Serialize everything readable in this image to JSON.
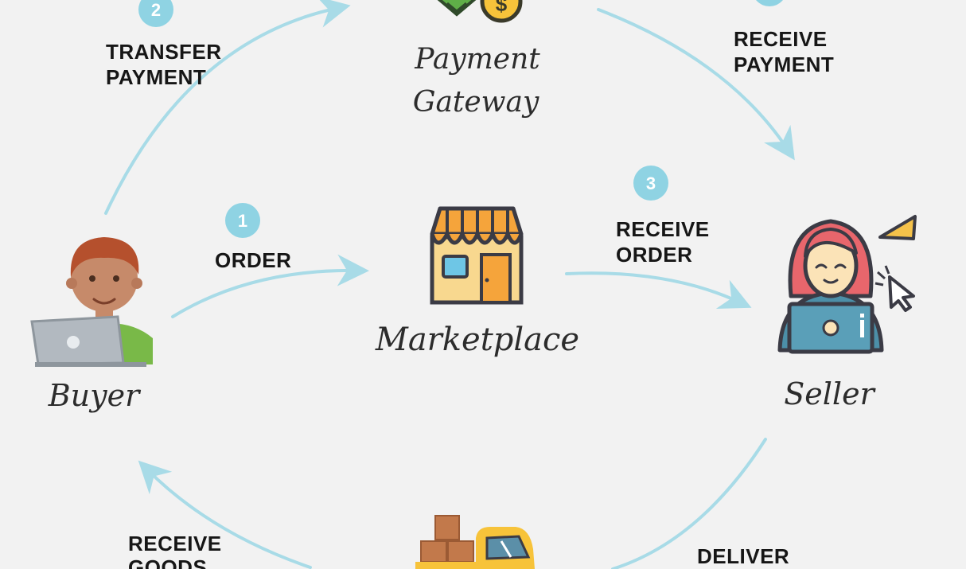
{
  "nodes": {
    "payment_gateway_line1": "Payment",
    "payment_gateway_line2": "Gateway",
    "marketplace": "Marketplace",
    "buyer": "Buyer",
    "seller": "Seller"
  },
  "steps": {
    "order": {
      "number": "1",
      "line1": "ORDER"
    },
    "transfer_payment": {
      "number": "2",
      "line1": "TRANSFER",
      "line2": "PAYMENT"
    },
    "receive_order": {
      "number": "3",
      "line1": "RECEIVE",
      "line2": "ORDER"
    },
    "receive_payment": {
      "line1": "RECEIVE",
      "line2": "PAYMENT"
    },
    "receive_goods": {
      "line1": "RECEIVE",
      "line2": "GOODS"
    },
    "deliver": {
      "line1": "DELIVER"
    }
  },
  "colors": {
    "arrow": "#a8dbe7",
    "badge": "#8fd3e3",
    "store_awning": "#f5a43b",
    "store_body": "#f8d88f",
    "truck": "#f7c33a",
    "box": "#c2794b",
    "buyer_shirt": "#79b948",
    "seller_hair": "#e8666c",
    "seller_shirt": "#4c8fa8"
  },
  "icons": {
    "gateway": "money-coin-icon",
    "marketplace": "storefront-icon",
    "buyer": "buyer-laptop-icon",
    "seller": "seller-laptop-icon",
    "delivery": "delivery-truck-icon"
  }
}
